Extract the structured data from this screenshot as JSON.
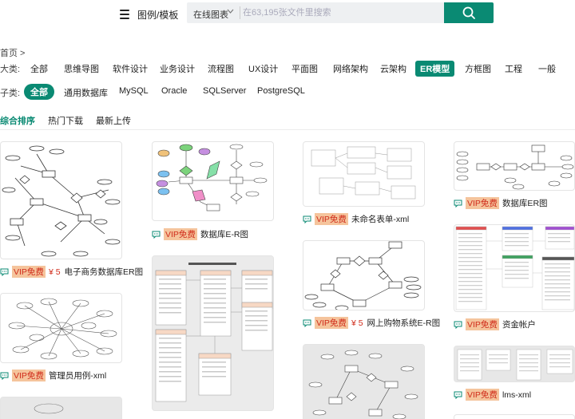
{
  "header": {
    "menu_label": "图例/模板",
    "search_type": "在线图表",
    "search_placeholder": "在63,195张文件里搜索"
  },
  "breadcrumb": "首页 >",
  "category": {
    "label": "大类:",
    "items": [
      "全部",
      "思维导图",
      "软件设计",
      "业务设计",
      "流程图",
      "UX设计",
      "平面图",
      "网络架构",
      "云架构",
      "ER模型",
      "方框图",
      "工程",
      "一般"
    ],
    "active_index": 9
  },
  "subcategory": {
    "label": "子类:",
    "items": [
      "全部",
      "通用数据库",
      "MySQL",
      "Oracle",
      "SQLServer",
      "PostgreSQL"
    ],
    "active_index": 0
  },
  "sort_tabs": [
    "综合排序",
    "热门下载",
    "最新上传"
  ],
  "badge_vip": "VIP免费",
  "cards": [
    {
      "title": "电子商务数据库ER图",
      "price": "¥ 5"
    },
    {
      "title": "管理员用例-xml",
      "price": ""
    },
    {
      "title": "数据库E-R图",
      "price": ""
    },
    {
      "title": "未命名表单-xml",
      "price": ""
    },
    {
      "title": "网上购物系统E-R图",
      "price": "¥ 5"
    },
    {
      "title": "数据库ER图",
      "price": ""
    },
    {
      "title": "资金帐户",
      "price": ""
    },
    {
      "title": "lms-xml",
      "price": ""
    }
  ],
  "colors": {
    "accent": "#0a8a73",
    "vip_bg": "#f5c49c",
    "vip_text": "#d02b1a"
  },
  "icons": [
    "menu-icon",
    "chevron-down-icon",
    "search-icon",
    "chat-icon"
  ]
}
